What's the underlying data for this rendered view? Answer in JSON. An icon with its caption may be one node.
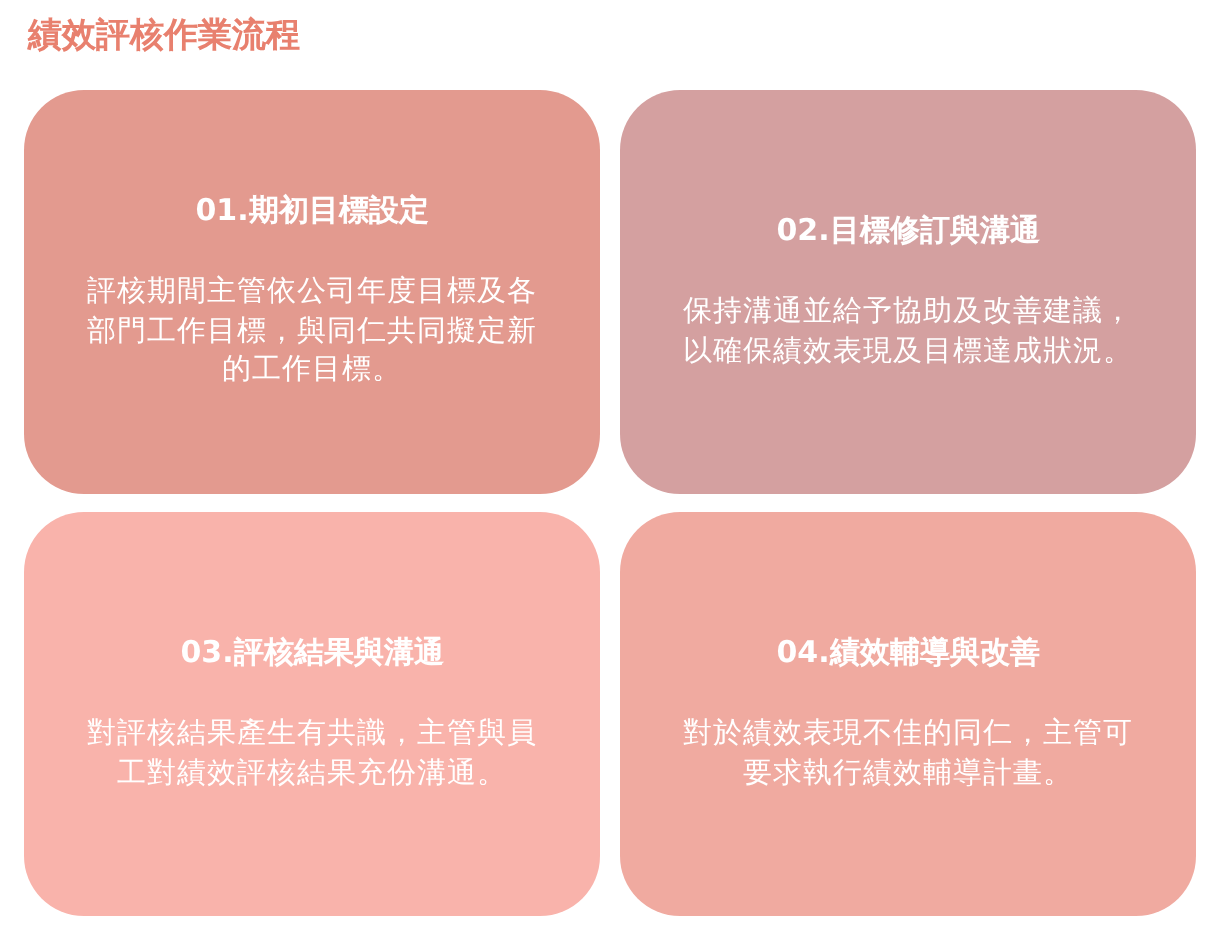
{
  "diagram": {
    "title": "績效評核作業流程",
    "nodes": [
      {
        "text": [
          "01.期初目標設定",
          "評核期間主管依公司年度目標及各部門工作目標，與同仁共同擬定新的工作目標。"
        ]
      },
      {
        "text": [
          "02.目標修訂與溝通",
          "保持溝通並給予協助及改善建議，以確保績效表現及目標達成狀況。"
        ]
      },
      {
        "text": [
          "03.評核結果與溝通",
          "對評核結果產生有共識，主管與員工對績效評核結果充份溝通。"
        ]
      },
      {
        "text": [
          "04.績效輔導與改善",
          "對於績效表現不佳的同仁，主管可要求執行績效輔導計畫。"
        ]
      }
    ]
  }
}
